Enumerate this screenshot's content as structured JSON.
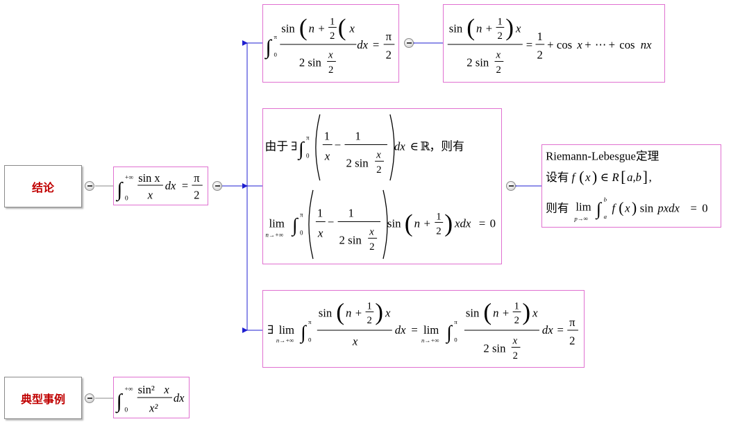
{
  "labels": {
    "conclusion": "结论",
    "examples": "典型事例"
  },
  "colors": {
    "node_border": "#e070d0",
    "connector": "#1f1fd0",
    "label_text": "#c00000",
    "theorem_title": "#1f1fd0"
  },
  "texts": {
    "sin": "sin",
    "lim": "lim",
    "cos": "cos",
    "pi": "π",
    "x": "x",
    "n": "n",
    "one": "1",
    "two": "2",
    "plus": "+",
    "minus": "−",
    "zero": "0",
    "eq": "=",
    "dx": "dx",
    "dots": "⋯",
    "plusinf": "+∞",
    "exists": "∃",
    "in": "∈",
    "reals": "ℝ",
    "x2": "x²",
    "sin2": "sin²",
    "n_to_inf": "n→+∞",
    "p_to_inf": "p→∞",
    "lp": "(",
    "rp": ")",
    "lb": "[",
    "rb": "]",
    "since_prefix": "由于",
    "then_have": "，则有",
    "theorem_title": "Riemann-Lebesgue定理",
    "suppose": "设有",
    "then": "则有",
    "xdx": "xdx",
    "pxdx": "pxdx",
    "a": "a",
    "b": "b",
    "ab": "a,b",
    "fx": "f",
    "R": "R",
    "cosx": "cos x",
    "cosnx": "cos nx",
    "sinx": "sin x",
    "tsin": "2 sin"
  }
}
